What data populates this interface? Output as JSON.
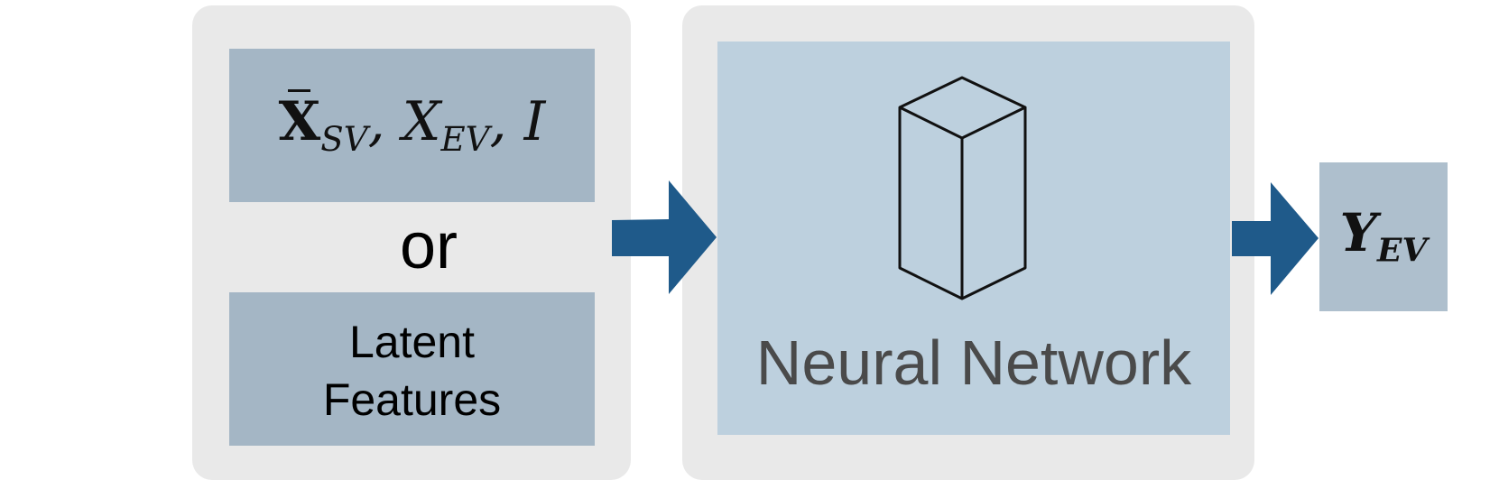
{
  "diagram": {
    "input_top": {
      "xbar": "X",
      "sub_sv": "SV",
      "sep1": ",",
      "x": "X",
      "sub_ev": "EV",
      "sep2": ",",
      "i": "I"
    },
    "or_label": "or",
    "latent": {
      "line1": "Latent",
      "line2": "Features"
    },
    "model_label": "Neural Network",
    "output": {
      "y": "Y",
      "sub_ev": "EV"
    },
    "colors": {
      "panel": "#e9e9e9",
      "input_box": "#a4b6c5",
      "nn_box": "#bdd0de",
      "output_box": "#aebfcd",
      "arrow": "#1f5a8a"
    }
  }
}
